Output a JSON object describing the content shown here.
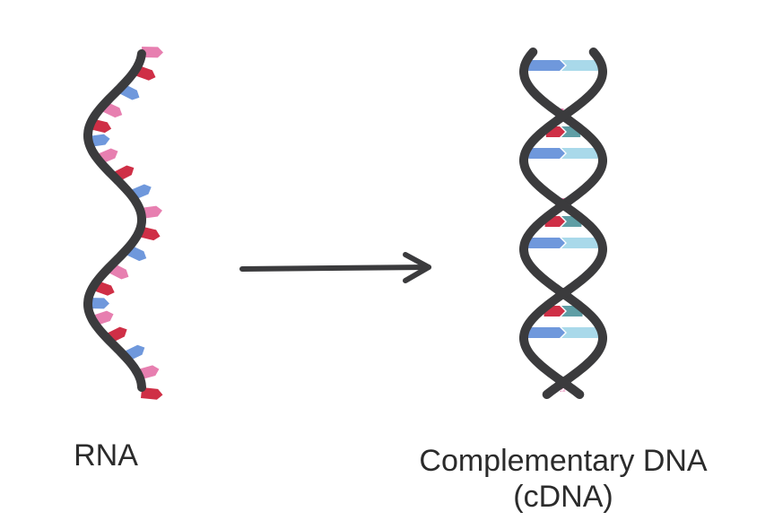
{
  "labels": {
    "rna": "RNA",
    "cdna_line1": "Complementary DNA",
    "cdna_line2": "(cDNA)"
  },
  "colors": {
    "backbone": "#3b3b3d",
    "red": "#cf2f46",
    "pink": "#e77fb0",
    "light_pink": "#f3bcd7",
    "blue": "#6f98dc",
    "light_blue": "#a9d9ea",
    "teal": "#5f9ea5"
  },
  "rna": {
    "base_colors": [
      "pink",
      "red",
      "blue",
      "pink",
      "red",
      "blue",
      "pink",
      "red",
      "blue",
      "pink",
      "red",
      "blue",
      "pink",
      "red",
      "blue",
      "pink",
      "red",
      "blue",
      "pink",
      "red"
    ]
  },
  "cdna": {
    "rungs": [
      {
        "left": "blue",
        "right": "light_blue"
      },
      {
        "left": "pink",
        "right": "light_pink"
      },
      {
        "left": "red",
        "right": "teal"
      },
      {
        "left": "blue",
        "right": "light_blue"
      },
      {
        "left": "pink",
        "right": "light_pink"
      },
      {
        "left": "red",
        "right": "teal"
      },
      {
        "left": "blue",
        "right": "light_blue"
      },
      {
        "left": "pink",
        "right": "light_pink"
      },
      {
        "left": "red",
        "right": "teal"
      },
      {
        "left": "blue",
        "right": "light_blue"
      },
      {
        "left": "pink",
        "right": "light_pink"
      }
    ]
  }
}
